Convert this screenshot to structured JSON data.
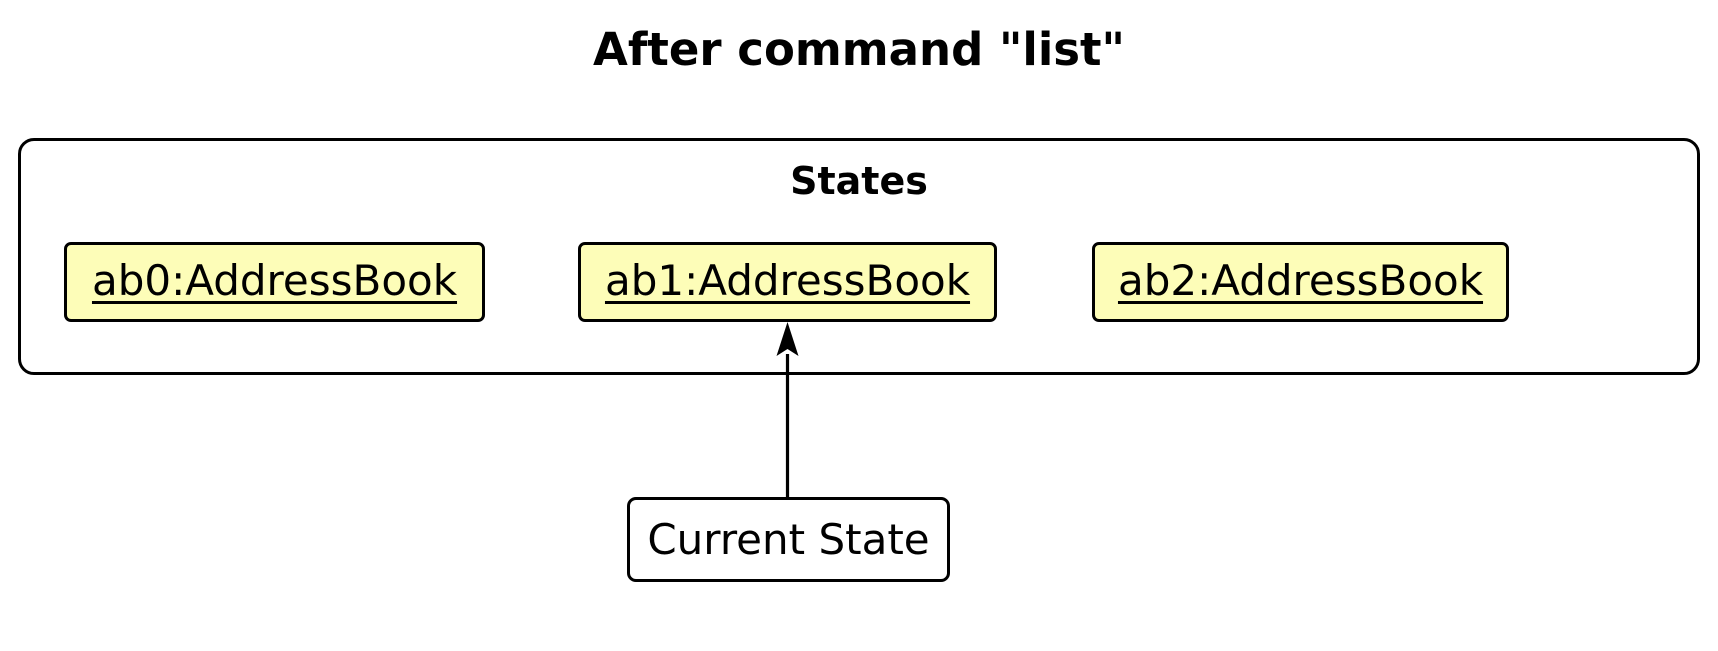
{
  "diagram": {
    "title": "After command \"list\"",
    "type": "uml-object-diagram",
    "frame": {
      "name": "states-frame",
      "title": "States",
      "fill_color": "#ffffff",
      "border_color": "#000000"
    },
    "objects": [
      {
        "id": "ab0",
        "label": "ab0:AddressBook",
        "instance_name": "ab0",
        "class_name": "AddressBook",
        "fill_color": "#FDFDB8",
        "border_color": "#000000",
        "is_current": false
      },
      {
        "id": "ab1",
        "label": "ab1:AddressBook",
        "instance_name": "ab1",
        "class_name": "AddressBook",
        "fill_color": "#FDFDB8",
        "border_color": "#000000",
        "is_current": true
      },
      {
        "id": "ab2",
        "label": "ab2:AddressBook",
        "instance_name": "ab2",
        "class_name": "AddressBook",
        "fill_color": "#FDFDB8",
        "border_color": "#000000",
        "is_current": false
      }
    ],
    "note": {
      "label": "Current State",
      "fill_color": "#ffffff",
      "border_color": "#000000",
      "points_to": "ab1"
    },
    "connector": {
      "name": "current-state-pointer",
      "from": "Current State",
      "to": "ab1:AddressBook",
      "style": "solid",
      "arrowhead": "filled-triangle",
      "color": "#000000"
    }
  }
}
